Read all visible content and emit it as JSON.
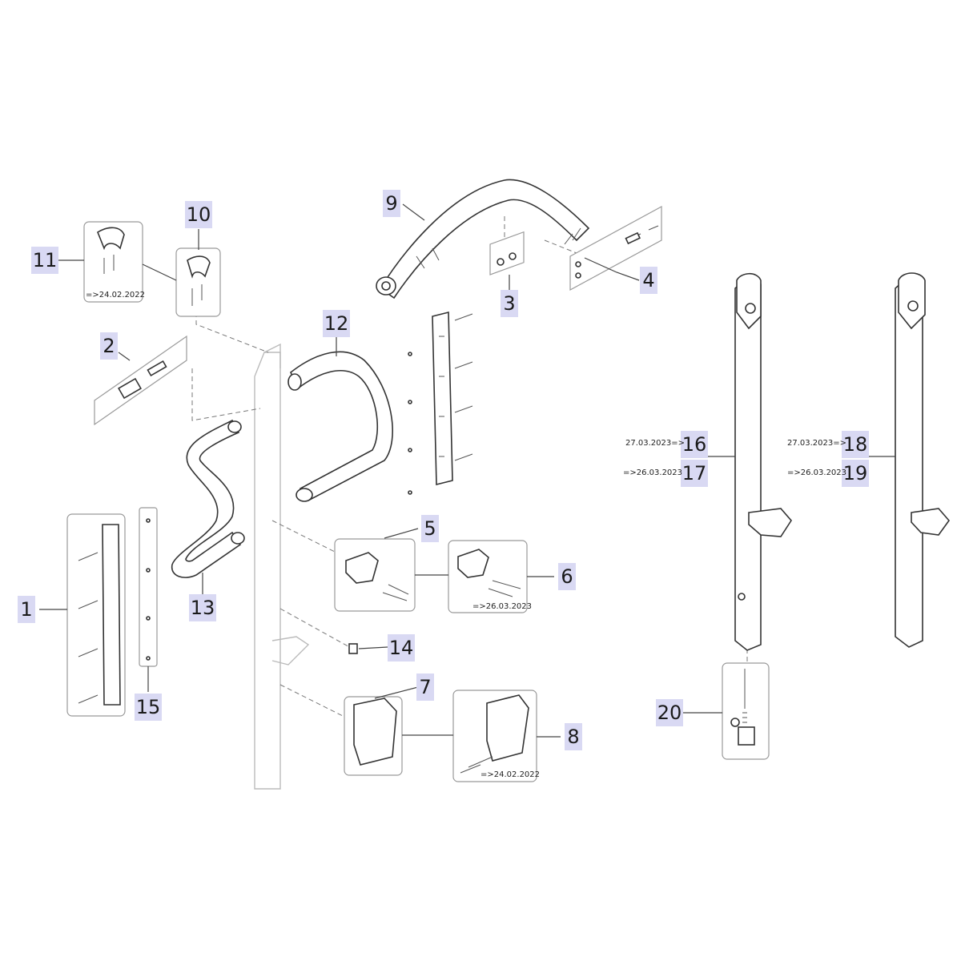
{
  "callouts": {
    "c1": "1",
    "c2": "2",
    "c3": "3",
    "c4": "4",
    "c5": "5",
    "c6": "6",
    "c7": "7",
    "c8": "8",
    "c9": "9",
    "c10": "10",
    "c11": "11",
    "c12": "12",
    "c13": "13",
    "c14": "14",
    "c15": "15",
    "c16": "16",
    "c17": "17",
    "c18": "18",
    "c19": "19",
    "c20": "20"
  },
  "notes": {
    "n11": "=>24.02.2022",
    "n6": "=>26.03.2023",
    "n8": "=>24.02.2022",
    "n16": "27.03.2023=>",
    "n17": "=>26.03.2023",
    "n18": "27.03.2023=>",
    "n19": "=>26.03.2023"
  },
  "colors": {
    "callout_bg": "#d9d9f3",
    "line": "#333333",
    "ghost": "#bbbbbb"
  }
}
